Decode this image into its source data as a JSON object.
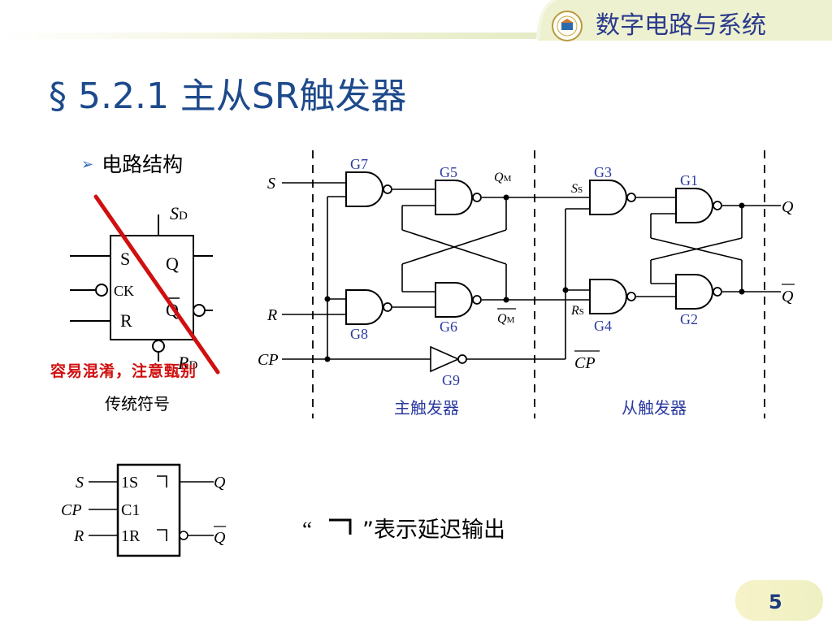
{
  "header": {
    "course_title": "数字电路与系统",
    "logo_icon": "university-seal-icon"
  },
  "slide": {
    "title": "§ 5.2.1 主从SR触发器",
    "bullet_label": "电路结构",
    "warning": "容易混淆，注意甄别",
    "legacy_caption": "传统符号",
    "delay_open": "“",
    "delay_close": "”表示延迟输出",
    "page_number": "5"
  },
  "legacy_symbol": {
    "sd": "S",
    "sd_sub": "D",
    "rd": "R",
    "rd_sub": "D",
    "s": "S",
    "q": "Q",
    "ck": "CK",
    "r": "R",
    "qbar": "Q"
  },
  "circuit": {
    "in_s": "S",
    "in_r": "R",
    "in_cp": "CP",
    "out_q": "Q",
    "out_qbar": "Q",
    "qm": "Q",
    "qm_sub": "M",
    "qmbar": "Q",
    "qmbar_sub": "M",
    "ss": "S",
    "ss_sub": "S",
    "rs": "R",
    "rs_sub": "S",
    "cpbar": "CP",
    "gates": [
      "G7",
      "G5",
      "G3",
      "G1",
      "G8",
      "G6",
      "G4",
      "G2",
      "G9"
    ],
    "master_label": "主触发器",
    "slave_label": "从触发器"
  },
  "ieee_symbol": {
    "in_s": "S",
    "in_cp": "CP",
    "in_r": "R",
    "pin_1s": "1S",
    "pin_c1": "C1",
    "pin_1r": "1R",
    "out_q": "Q",
    "out_qbar": "Q"
  },
  "colors": {
    "title": "#1e4a8c",
    "warning": "#d01010",
    "gate_label": "#2a3aa0",
    "strike": "#d01010"
  }
}
